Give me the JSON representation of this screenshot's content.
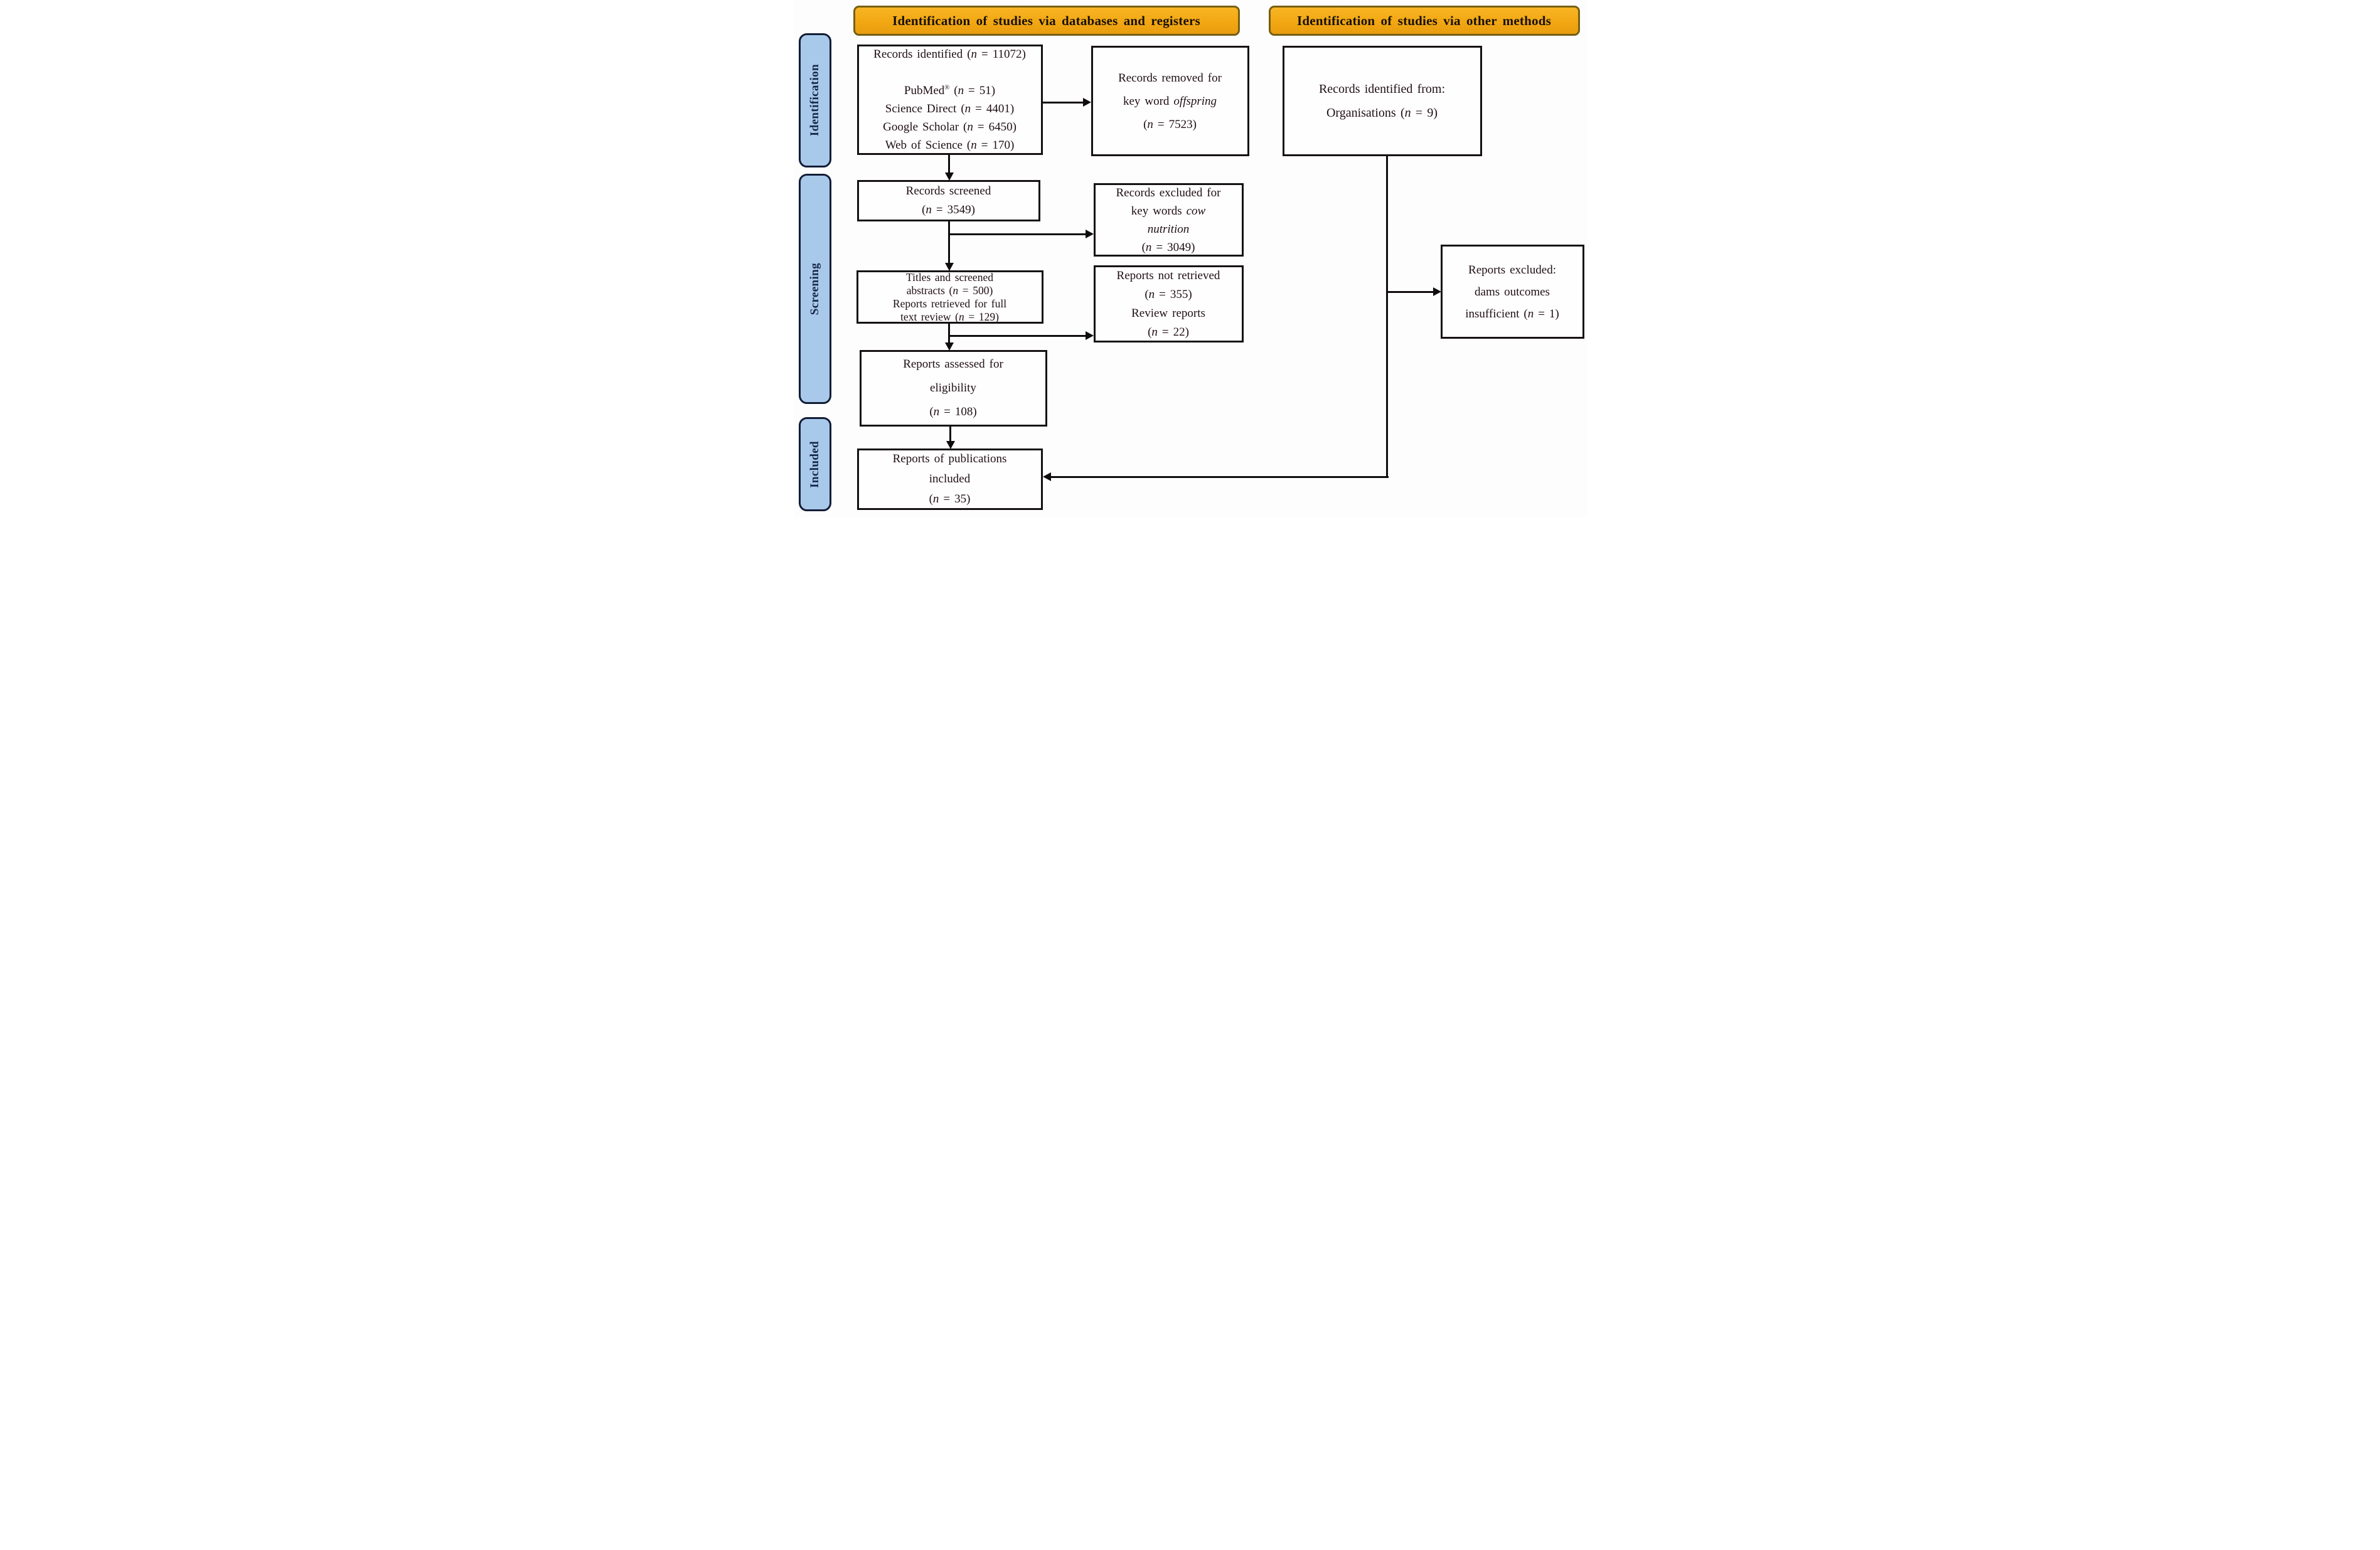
{
  "colors": {
    "header_fill": "#F2A713",
    "header_border": "#756013",
    "sidebar_fill": "#A9C9EA",
    "sidebar_border": "#111C36",
    "box_border": "#151012",
    "text": "#1F0E13",
    "arrow": "#100C0D"
  },
  "headers": {
    "databases": "Identification of studies via databases and registers",
    "other_methods": "Identification of studies via other methods"
  },
  "sidebar": {
    "identification": "Identification",
    "screening": "Screening",
    "included": "Included"
  },
  "boxes": {
    "records_identified": {
      "lines": [
        [
          {
            "t": "Records identified ("
          },
          {
            "t": "n",
            "i": true
          },
          {
            "t": " = 11072)"
          }
        ],
        [],
        [
          {
            "t": "PubMed"
          },
          {
            "t": "®",
            "sup": true
          },
          {
            "t": " ("
          },
          {
            "t": "n",
            "i": true
          },
          {
            "t": " = 51)"
          }
        ],
        [
          {
            "t": "Science Direct ("
          },
          {
            "t": "n",
            "i": true
          },
          {
            "t": " = 4401)"
          }
        ],
        [
          {
            "t": "Google Scholar ("
          },
          {
            "t": "n",
            "i": true
          },
          {
            "t": " = 6450)"
          }
        ],
        [
          {
            "t": "Web of Science ("
          },
          {
            "t": "n",
            "i": true
          },
          {
            "t": " = 170)"
          }
        ]
      ]
    },
    "records_removed": {
      "lines": [
        [
          {
            "t": "Records removed for"
          }
        ],
        [
          {
            "t": "key word "
          },
          {
            "t": "offspring",
            "i": true
          }
        ],
        [
          {
            "t": "("
          },
          {
            "t": "n",
            "i": true
          },
          {
            "t": " = 7523)"
          }
        ]
      ]
    },
    "records_identified_other": {
      "lines": [
        [
          {
            "t": "Records identified from:"
          }
        ],
        [
          {
            "t": "Organisations ("
          },
          {
            "t": "n",
            "i": true
          },
          {
            "t": " = 9)"
          }
        ]
      ]
    },
    "records_screened": {
      "lines": [
        [
          {
            "t": "Records screened"
          }
        ],
        [
          {
            "t": "("
          },
          {
            "t": "n",
            "i": true
          },
          {
            "t": " = 3549)"
          }
        ]
      ]
    },
    "records_excluded": {
      "lines": [
        [
          {
            "t": "Records excluded for"
          }
        ],
        [
          {
            "t": "key words "
          },
          {
            "t": "cow",
            "i": true
          }
        ],
        [
          {
            "t": "nutrition",
            "i": true
          }
        ],
        [
          {
            "t": "("
          },
          {
            "t": "n",
            "i": true
          },
          {
            "t": " = 3049)"
          }
        ]
      ]
    },
    "titles_abstracts": {
      "lines": [
        [
          {
            "t": "Titles and screened"
          }
        ],
        [
          {
            "t": "abstracts ("
          },
          {
            "t": "n",
            "i": true
          },
          {
            "t": " = 500)"
          }
        ],
        [
          {
            "t": "Reports retrieved for full"
          }
        ],
        [
          {
            "t": "text review ("
          },
          {
            "t": "n",
            "i": true
          },
          {
            "t": " = 129)"
          }
        ]
      ]
    },
    "reports_not_retrieved": {
      "lines": [
        [
          {
            "t": "Reports not retrieved"
          }
        ],
        [
          {
            "t": "("
          },
          {
            "t": "n",
            "i": true
          },
          {
            "t": " = 355)"
          }
        ],
        [
          {
            "t": "Review reports"
          }
        ],
        [
          {
            "t": "("
          },
          {
            "t": "n",
            "i": true
          },
          {
            "t": " = 22)"
          }
        ]
      ]
    },
    "reports_assessed": {
      "lines": [
        [
          {
            "t": "Reports assessed for"
          }
        ],
        [
          {
            "t": "eligibility"
          }
        ],
        [
          {
            "t": "("
          },
          {
            "t": "n",
            "i": true
          },
          {
            "t": " = 108)"
          }
        ]
      ]
    },
    "reports_excluded": {
      "lines": [
        [
          {
            "t": "Reports excluded:"
          }
        ],
        [
          {
            "t": "dams outcomes"
          }
        ],
        [
          {
            "t": "insufficient ("
          },
          {
            "t": "n",
            "i": true
          },
          {
            "t": " = 1)"
          }
        ]
      ]
    },
    "reports_included": {
      "lines": [
        [
          {
            "t": "Reports of publications"
          }
        ],
        [
          {
            "t": "included"
          }
        ],
        [
          {
            "t": "("
          },
          {
            "t": "n",
            "i": true
          },
          {
            "t": " = 35)"
          }
        ]
      ]
    }
  }
}
